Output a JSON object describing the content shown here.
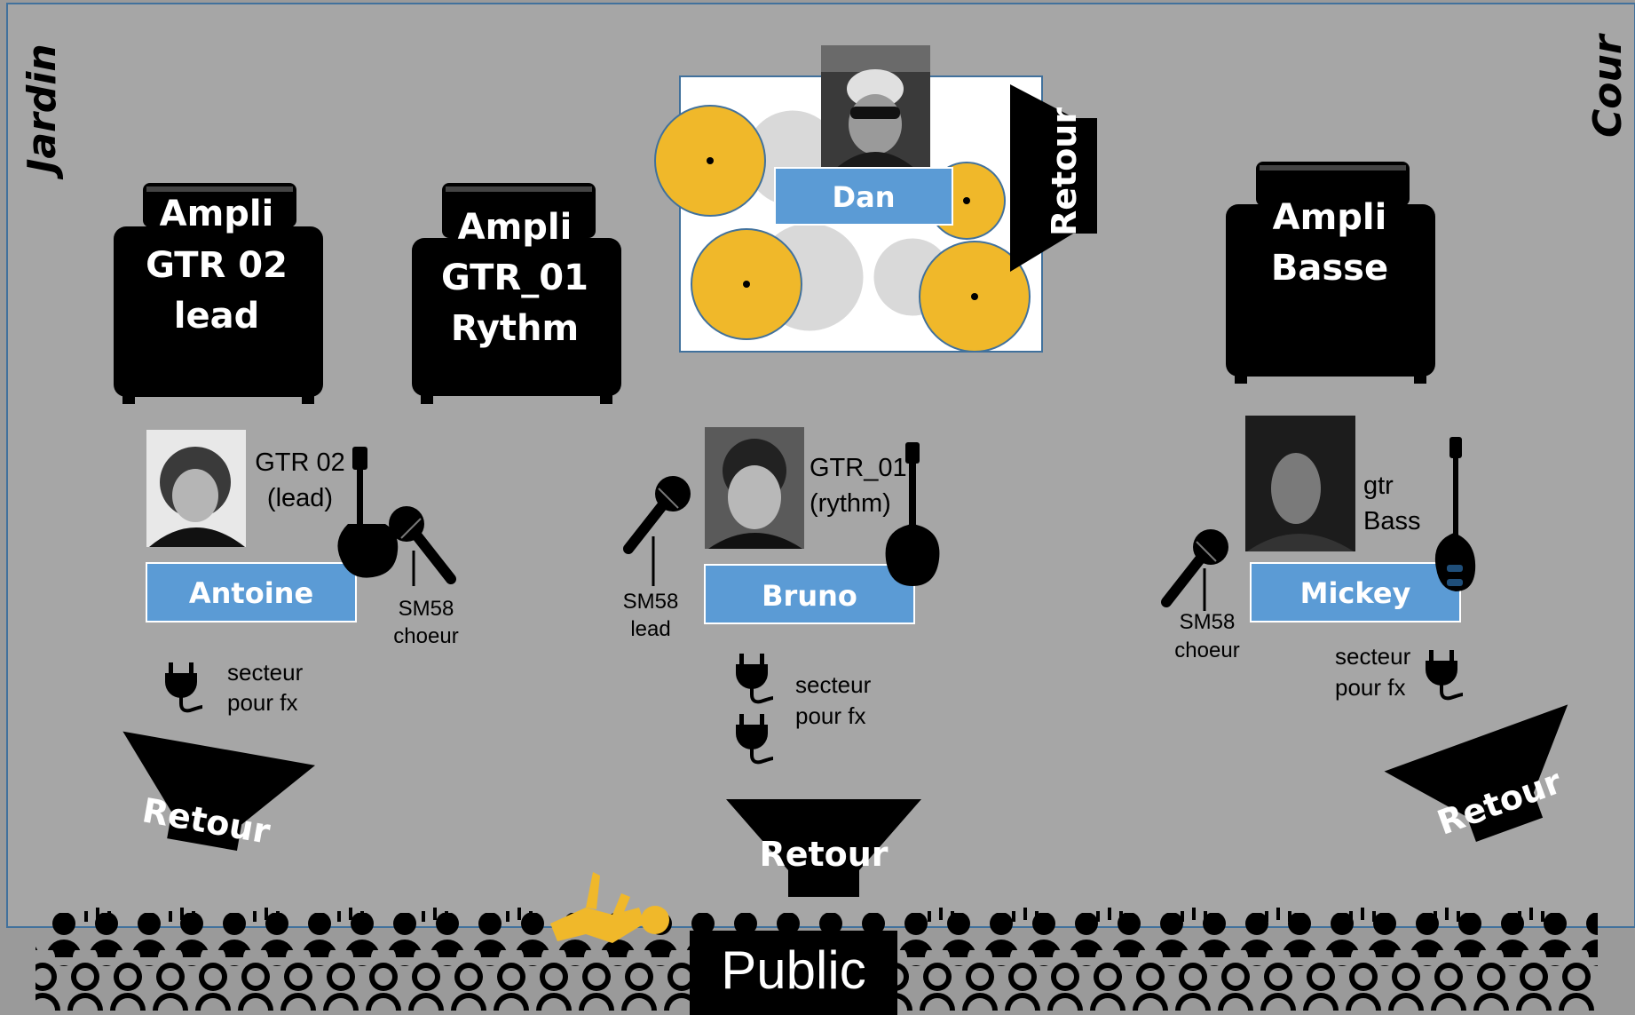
{
  "sides": {
    "left": "Jardin",
    "right": "Cour"
  },
  "amps": [
    {
      "lines": [
        "Ampli",
        "GTR 02",
        "lead"
      ]
    },
    {
      "lines": [
        "Ampli",
        "GTR_01",
        "Rythm"
      ]
    },
    {
      "lines": [
        "Ampli",
        "Basse"
      ]
    }
  ],
  "drummer": {
    "name": "Dan"
  },
  "musicians": [
    {
      "name": "Antoine",
      "role": [
        "GTR 02",
        "(lead)"
      ]
    },
    {
      "name": "Bruno",
      "role": [
        "GTR_01",
        "(rythm)"
      ]
    },
    {
      "name": "Mickey",
      "role": [
        "gtr",
        "Bass"
      ]
    }
  ],
  "mics": [
    {
      "lines": [
        "SM58",
        "choeur"
      ]
    },
    {
      "lines": [
        "SM58",
        "lead"
      ]
    },
    {
      "lines": [
        "SM58",
        "choeur"
      ]
    }
  ],
  "power": [
    {
      "lines": [
        "secteur",
        "pour fx"
      ]
    },
    {
      "lines": [
        "secteur",
        "pour fx"
      ]
    },
    {
      "lines": [
        "secteur",
        "pour fx"
      ]
    }
  ],
  "monitors": {
    "label": "Retour"
  },
  "audience": {
    "label": "Public"
  },
  "colors": {
    "stage": "#a6a6a6",
    "stage_border": "#41719c",
    "name_box": "#5b9bd5",
    "cymbal": "#f0b82a",
    "floor": "#9a9a9a"
  }
}
